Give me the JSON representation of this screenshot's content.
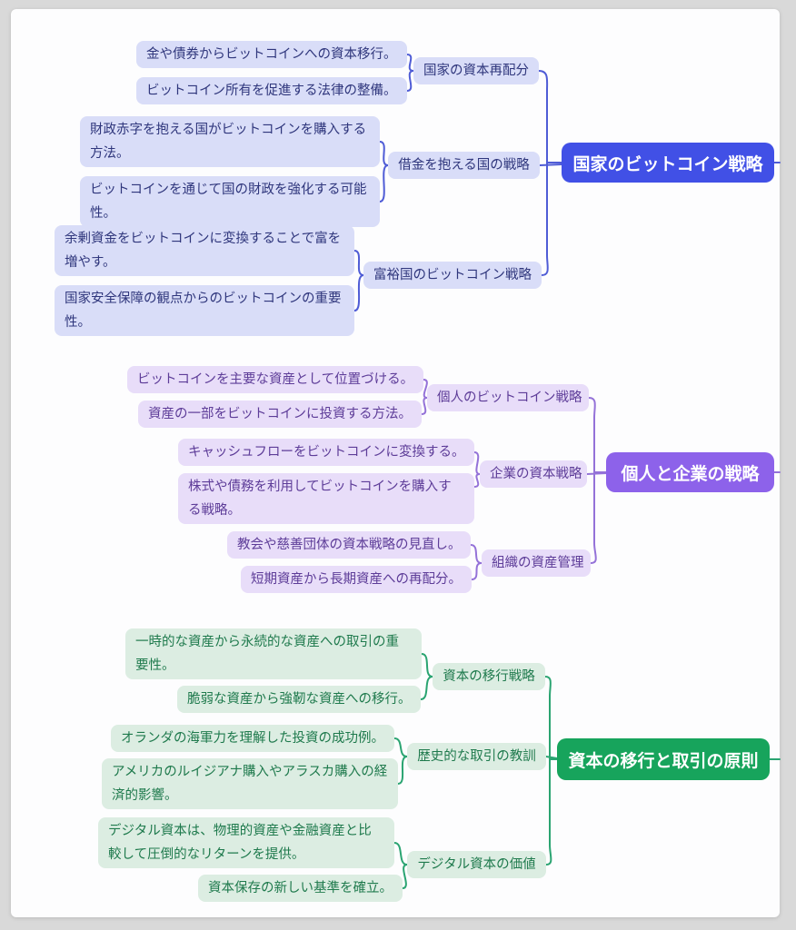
{
  "canvas": {
    "frame_color": "#d9d9d9",
    "surface_color": "#fdfdfe"
  },
  "branches": [
    {
      "id": "national-bitcoin-strategy",
      "root": "国家のビットコイン戦略",
      "colors": {
        "root_bg": "#4150e6",
        "root_text": "#ffffff",
        "node_bg": "#d9ddf8",
        "node_text": "#2f367c",
        "line": "#4f5cd6"
      },
      "topics": [
        {
          "label": "国家の資本再配分",
          "children": [
            "金や債券からビットコインへの資本移行。",
            "ビットコイン所有を促進する法律の整備。"
          ]
        },
        {
          "label": "借金を抱える国の戦略",
          "children": [
            "財政赤字を抱える国がビットコインを購入する方法。",
            "ビットコインを通じて国の財政を強化する可能性。"
          ]
        },
        {
          "label": "富裕国のビットコイン戦略",
          "children": [
            "余剰資金をビットコインに変換することで富を増やす。",
            "国家安全保障の観点からのビットコインの重要性。"
          ]
        }
      ]
    },
    {
      "id": "individual-and-corporate-strategy",
      "root": "個人と企業の戦略",
      "colors": {
        "root_bg": "#8d62ea",
        "root_text": "#ffffff",
        "node_bg": "#e8ddf9",
        "node_text": "#5d3c98",
        "line": "#9472d8"
      },
      "topics": [
        {
          "label": "個人のビットコイン戦略",
          "children": [
            "ビットコインを主要な資産として位置づける。",
            "資産の一部をビットコインに投資する方法。"
          ]
        },
        {
          "label": "企業の資本戦略",
          "children": [
            "キャッシュフローをビットコインに変換する。",
            "株式や債務を利用してビットコインを購入する戦略。"
          ]
        },
        {
          "label": "組織の資産管理",
          "children": [
            "教会や慈善団体の資本戦略の見直し。",
            "短期資産から長期資産への再配分。"
          ]
        }
      ]
    },
    {
      "id": "capital-migration-principles",
      "root": "資本の移行と取引の原則",
      "colors": {
        "root_bg": "#17a45c",
        "root_text": "#ffffff",
        "node_bg": "#dcede2",
        "node_text": "#1f7a4d",
        "line": "#2aa471"
      },
      "topics": [
        {
          "label": "資本の移行戦略",
          "children": [
            "一時的な資産から永続的な資産への取引の重要性。",
            "脆弱な資産から強靭な資産への移行。"
          ]
        },
        {
          "label": "歴史的な取引の教訓",
          "children": [
            "オランダの海軍力を理解した投資の成功例。",
            "アメリカのルイジアナ購入やアラスカ購入の経済的影響。"
          ]
        },
        {
          "label": "デジタル資本の価値",
          "children": [
            "デジタル資本は、物理的資産や金融資産と比較して圧倒的なリターンを提供。",
            "資本保存の新しい基準を確立。"
          ]
        }
      ]
    }
  ]
}
